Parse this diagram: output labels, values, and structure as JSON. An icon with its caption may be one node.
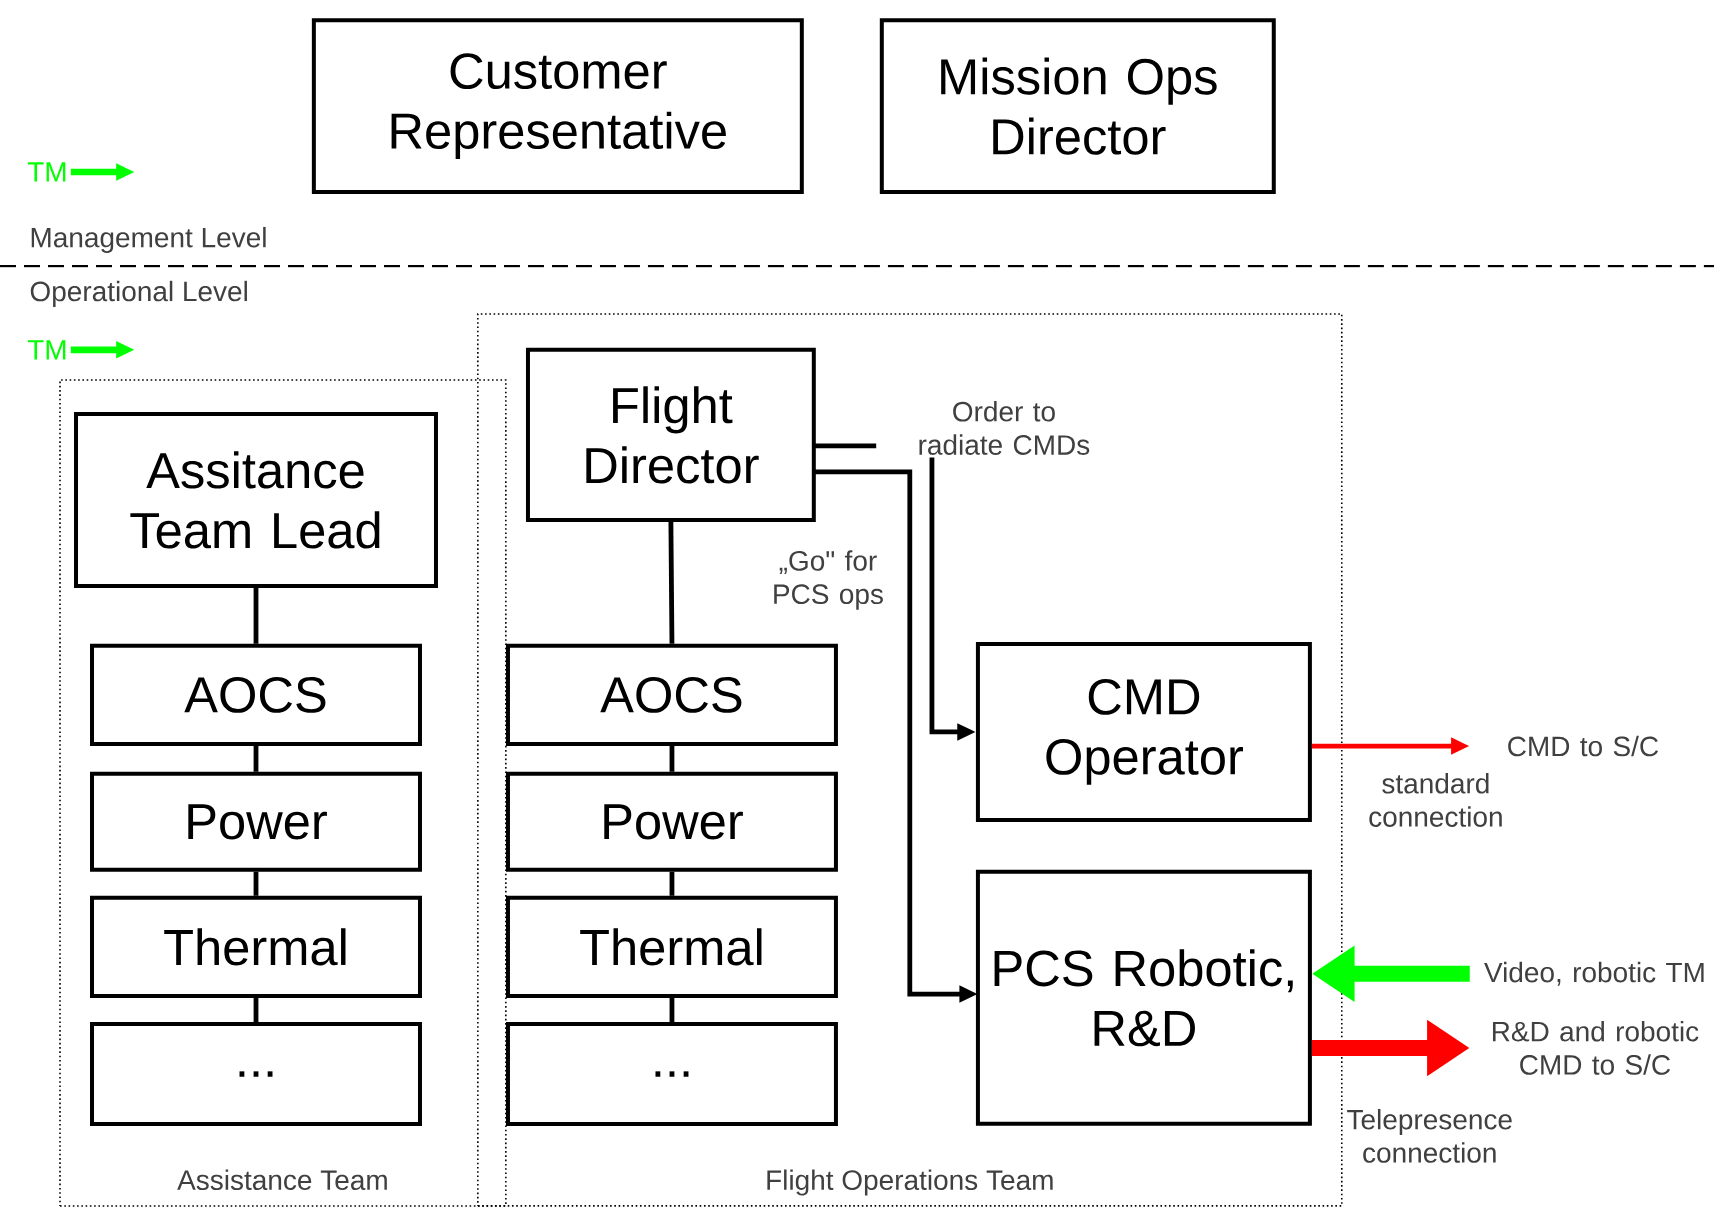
{
  "diagram": {
    "nodes": [
      {
        "text": [
          "Customer Representative"
        ]
      },
      {
        "text": [
          "Mission Ops Director"
        ]
      },
      {
        "text": [
          "Assistance Team"
        ]
      },
      {
        "text": [
          "Assitance Team Lead"
        ],
        "in": 2
      },
      {
        "text": [
          "AOCS"
        ],
        "in": 2
      },
      {
        "text": [
          "Power"
        ],
        "in": 2
      },
      {
        "text": [
          "Thermal"
        ],
        "in": 2
      },
      {
        "text": [
          "..."
        ],
        "in": 2
      },
      {
        "text": [
          "Flight  Operations Team"
        ]
      },
      {
        "text": [
          "Flight Director"
        ],
        "in": 8
      },
      {
        "text": [
          "AOCS"
        ],
        "in": 8
      },
      {
        "text": [
          "Power"
        ],
        "in": 8
      },
      {
        "text": [
          "Thermal"
        ],
        "in": 8
      },
      {
        "text": [
          "..."
        ],
        "in": 8
      },
      {
        "text": [
          "CMD Operator"
        ],
        "in": 8
      },
      {
        "text": [
          "PCS Robotic, R&D"
        ],
        "in": 8
      },
      {
        "text": [
          "TM"
        ]
      },
      {
        "text": [
          "TM"
        ]
      },
      {
        "text": [
          "CMD to S/C"
        ]
      },
      {
        "text": [
          "Video, robotic TM"
        ]
      },
      {
        "text": [
          "R&D and robotic CMD to S/C"
        ]
      }
    ],
    "edges": [
      {
        "from": 3,
        "to": 4,
        "arrow": "none"
      },
      {
        "from": 4,
        "to": 5,
        "arrow": "none"
      },
      {
        "from": 5,
        "to": 6,
        "arrow": "none"
      },
      {
        "from": 6,
        "to": 7,
        "arrow": "none"
      },
      {
        "from": 9,
        "to": 10,
        "arrow": "none"
      },
      {
        "from": 10,
        "to": 11,
        "arrow": "none"
      },
      {
        "from": 11,
        "to": 12,
        "arrow": "none"
      },
      {
        "from": 12,
        "to": 13,
        "arrow": "none"
      },
      {
        "from": 9,
        "to": 14,
        "arrow": "to",
        "label": "Order to radiate CMDs"
      },
      {
        "from": 9,
        "to": 15,
        "arrow": "to",
        "label": "„Go\" for PCS ops"
      },
      {
        "from": 16,
        "to": null,
        "arrow": "to",
        "color": "#00ff00"
      },
      {
        "from": 17,
        "to": null,
        "arrow": "to",
        "color": "#00ff00"
      },
      {
        "from": 14,
        "to": 18,
        "arrow": "to",
        "color": "#ff0000",
        "label": "standard connection"
      },
      {
        "from": 19,
        "to": 15,
        "arrow": "to",
        "style": "thick",
        "color": "#00ff00"
      },
      {
        "from": 15,
        "to": 20,
        "arrow": "to",
        "style": "thick",
        "color": "#ff0000"
      }
    ],
    "labels": [
      "Management Level",
      "Operational Level",
      "Telepresence connection"
    ]
  }
}
